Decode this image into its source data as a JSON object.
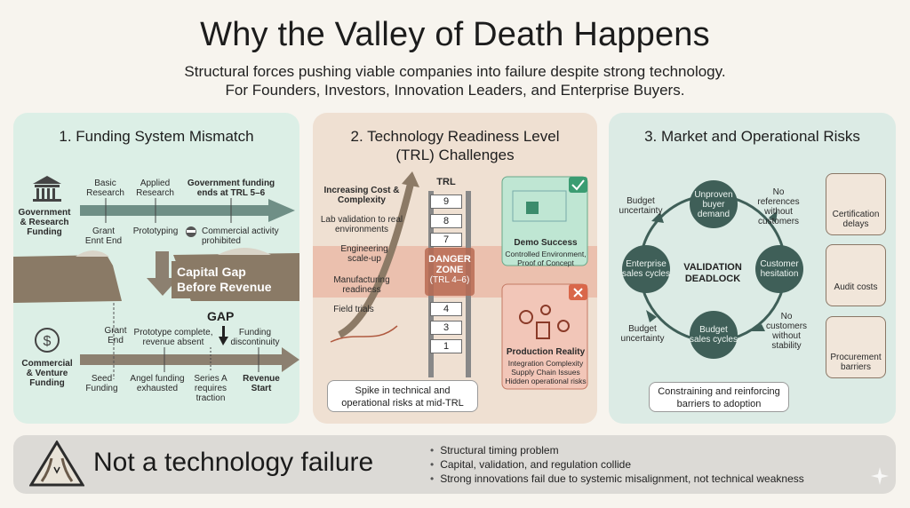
{
  "header": {
    "title": "Why the Valley of Death Happens",
    "subtitle_line1": "Structural forces pushing viable companies into failure despite strong technology.",
    "subtitle_line2": "For Founders, Investors, Innovation Leaders, and Enterprise Buyers."
  },
  "panel1": {
    "title": "1. Funding System Mismatch",
    "gov_label": "Government & Research Funding",
    "commercial_label": "Commercial & Venture Funding",
    "top_above": [
      "Basic Research",
      "Applied Research"
    ],
    "top_above_bold": "Government funding ends at TRL 5–6",
    "top_below": [
      "Grant Ennt End",
      "Prototyping"
    ],
    "top_below_prohibited": "Commercial activity prohibited",
    "capital_gap": "Capital Gap Before Revenue",
    "gap": "GAP",
    "bottom_above": [
      "Grant End",
      "Prototype complete, revenue absent",
      "Funding discontinuity"
    ],
    "bottom_below": [
      "Seed Funding",
      "Angel funding exhausted",
      "Series A requires traction"
    ],
    "bottom_below_bold": "Revenue Start",
    "colors": {
      "arrow": "#6f8f86",
      "gap_arrow": "#8c8070",
      "cliff": "#8a7a66"
    }
  },
  "panel2": {
    "title_line1": "2. Technology Readiness Level",
    "title_line2": "(TRL) Challenges",
    "trl_header": "TRL",
    "rungs_top": [
      "9",
      "8",
      "7"
    ],
    "rungs_bottom": [
      "4",
      "3",
      "1"
    ],
    "danger_line1": "DANGER",
    "danger_line2": "ZONE",
    "danger_line3": "(TRL 4–6)",
    "left_labels": [
      "Increasing Cost & Complexity",
      "Lab validation to real environments",
      "Engineering scale-up",
      "Manufacturing readiness",
      "Field trials"
    ],
    "demo_title": "Demo Success",
    "demo_sub": "Controlled Environment, Proof of Concept",
    "prod_title": "Production Reality",
    "prod_items": [
      "Integration Complexity",
      "Supply Chain Issues",
      "Hidden operational risks"
    ],
    "callout": "Spike in technical and operational risks at mid-TRL",
    "colors": {
      "danger": "#e8a58f",
      "demo": "#bfe6d3",
      "prod": "#f2c6b8"
    }
  },
  "panel3": {
    "title": "3. Market and Operational Risks",
    "center_line1": "VALIDATION",
    "center_line2": "DEADLOCK",
    "nodes": [
      "Unproven buyer demand",
      "Customer hesitation",
      "Budget sales cycles",
      "Enterprise sales cycles"
    ],
    "outer_labels": [
      "Budget uncertainty",
      "No references without customers",
      "No customers without stability",
      "Budget uncertainty"
    ],
    "side_boxes": [
      "Certification delays",
      "Audit costs",
      "Procurement barriers"
    ],
    "callout": "Constraining and reinforcing barriers to adoption",
    "colors": {
      "node": "#3f5f58",
      "ring": "#3f5f58"
    }
  },
  "footer": {
    "headline": "Not a technology failure",
    "bullets": [
      "Structural timing problem",
      "Capital, validation, and regulation collide",
      "Strong innovations fail due to systemic misalignment, not technical weakness"
    ],
    "icon": "valley-icon"
  }
}
